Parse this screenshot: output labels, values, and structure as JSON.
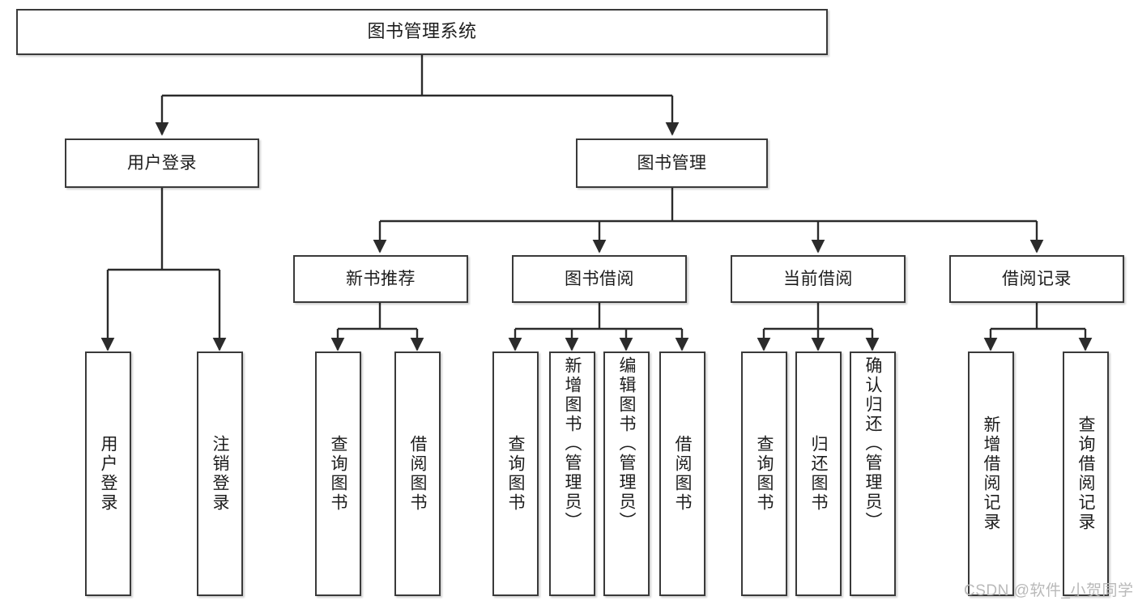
{
  "diagram": {
    "title": "图书管理系统",
    "type": "tree",
    "watermark": "CSDN @软件_小贺同学",
    "colors": {
      "box_border": "#3a3a3a",
      "box_fill": "#ffffff",
      "edge": "#2b2b2b",
      "text": "#1d1d1d",
      "watermark": "#b9b9b9"
    },
    "levels": {
      "root": {
        "label": "图书管理系统"
      },
      "level2": [
        {
          "id": "user-login",
          "label": "用户登录"
        },
        {
          "id": "book-manage",
          "label": "图书管理"
        }
      ],
      "level3": [
        {
          "id": "new-book-rec",
          "label": "新书推荐"
        },
        {
          "id": "book-borrow",
          "label": "图书借阅"
        },
        {
          "id": "current-borrow",
          "label": "当前借阅"
        },
        {
          "id": "borrow-record",
          "label": "借阅记录"
        }
      ],
      "leaves": [
        {
          "id": "leaf-user-login",
          "label": "用户登录",
          "parent": "user-login"
        },
        {
          "id": "leaf-logout",
          "label": "注销登录",
          "parent": "user-login"
        },
        {
          "id": "leaf-query-book-1",
          "label": "查询图书",
          "parent": "new-book-rec"
        },
        {
          "id": "leaf-borrow-book-1",
          "label": "借阅图书",
          "parent": "new-book-rec"
        },
        {
          "id": "leaf-query-book-2",
          "label": "查询图书",
          "parent": "book-borrow"
        },
        {
          "id": "leaf-add-book",
          "label": "新增图书（管理员）",
          "parent": "book-borrow"
        },
        {
          "id": "leaf-edit-book",
          "label": "编辑图书（管理员）",
          "parent": "book-borrow"
        },
        {
          "id": "leaf-borrow-book-2",
          "label": "借阅图书",
          "parent": "book-borrow"
        },
        {
          "id": "leaf-query-book-3",
          "label": "查询图书",
          "parent": "current-borrow"
        },
        {
          "id": "leaf-return-book",
          "label": "归还图书",
          "parent": "current-borrow"
        },
        {
          "id": "leaf-confirm-return",
          "label": "确认归还（管理员）",
          "parent": "current-borrow"
        },
        {
          "id": "leaf-add-record",
          "label": "新增借阅记录",
          "parent": "borrow-record"
        },
        {
          "id": "leaf-query-record",
          "label": "查询借阅记录",
          "parent": "borrow-record"
        }
      ]
    }
  }
}
